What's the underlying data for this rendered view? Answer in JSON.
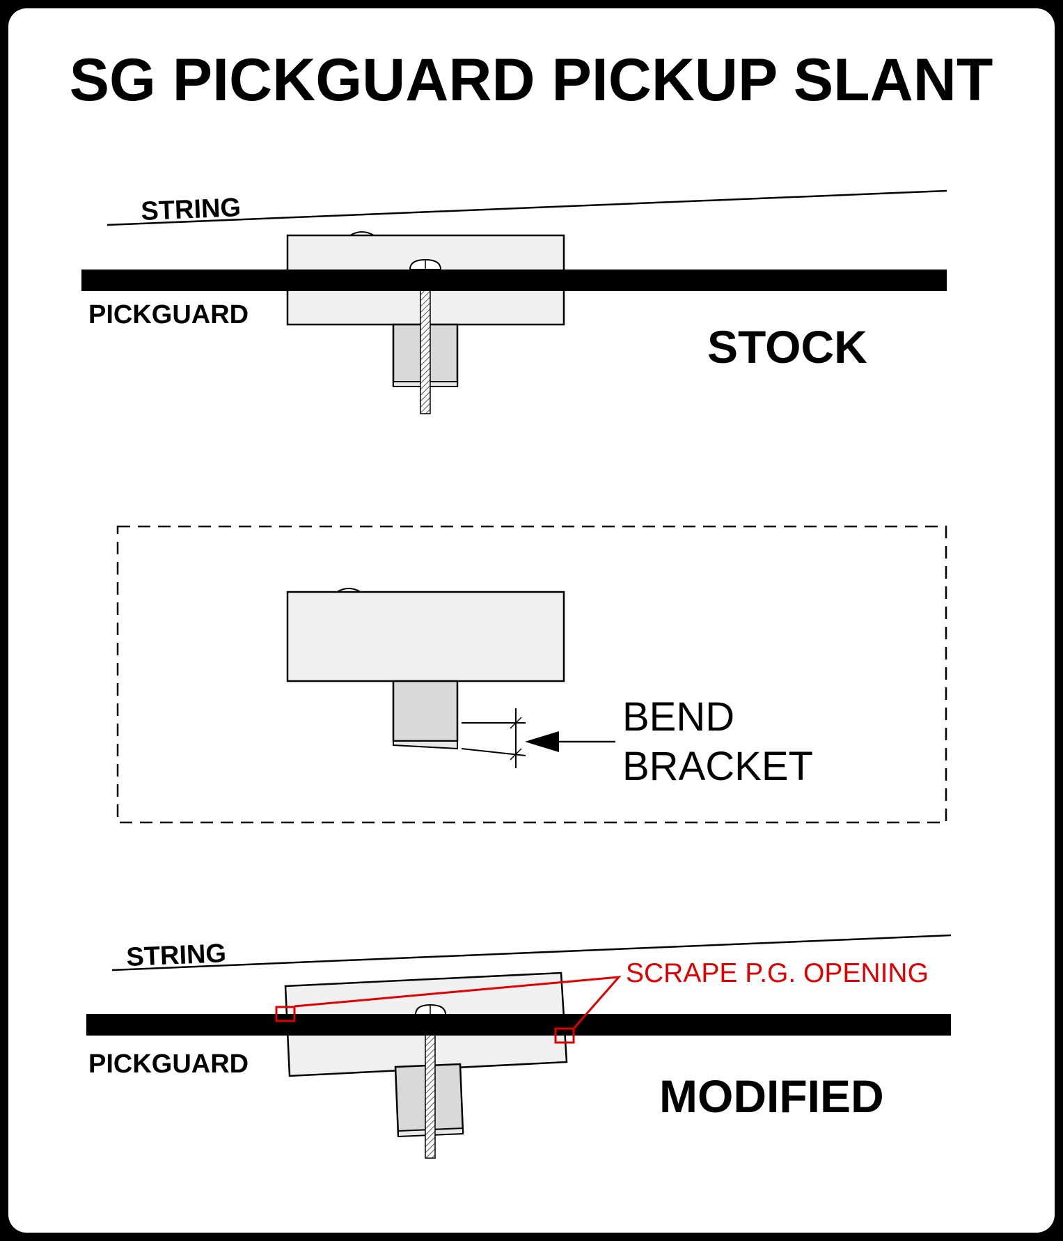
{
  "title": "SG PICKGUARD PICKUP SLANT",
  "stock": {
    "string_label": "STRING",
    "pickguard_label": "PICKGUARD",
    "caption": "STOCK"
  },
  "detail": {
    "bend_line1": "BEND",
    "bend_line2": "BRACKET"
  },
  "modified": {
    "string_label": "STRING",
    "pickguard_label": "PICKGUARD",
    "caption": "MODIFIED",
    "scrape_label": "SCRAPE P.G. OPENING"
  },
  "colors": {
    "background": "#000000",
    "card": "#ffffff",
    "ink": "#000000",
    "pickup_fill": "#f0f0f0",
    "bracket_fill": "#d9d9d9",
    "annotation": "#e00000"
  }
}
